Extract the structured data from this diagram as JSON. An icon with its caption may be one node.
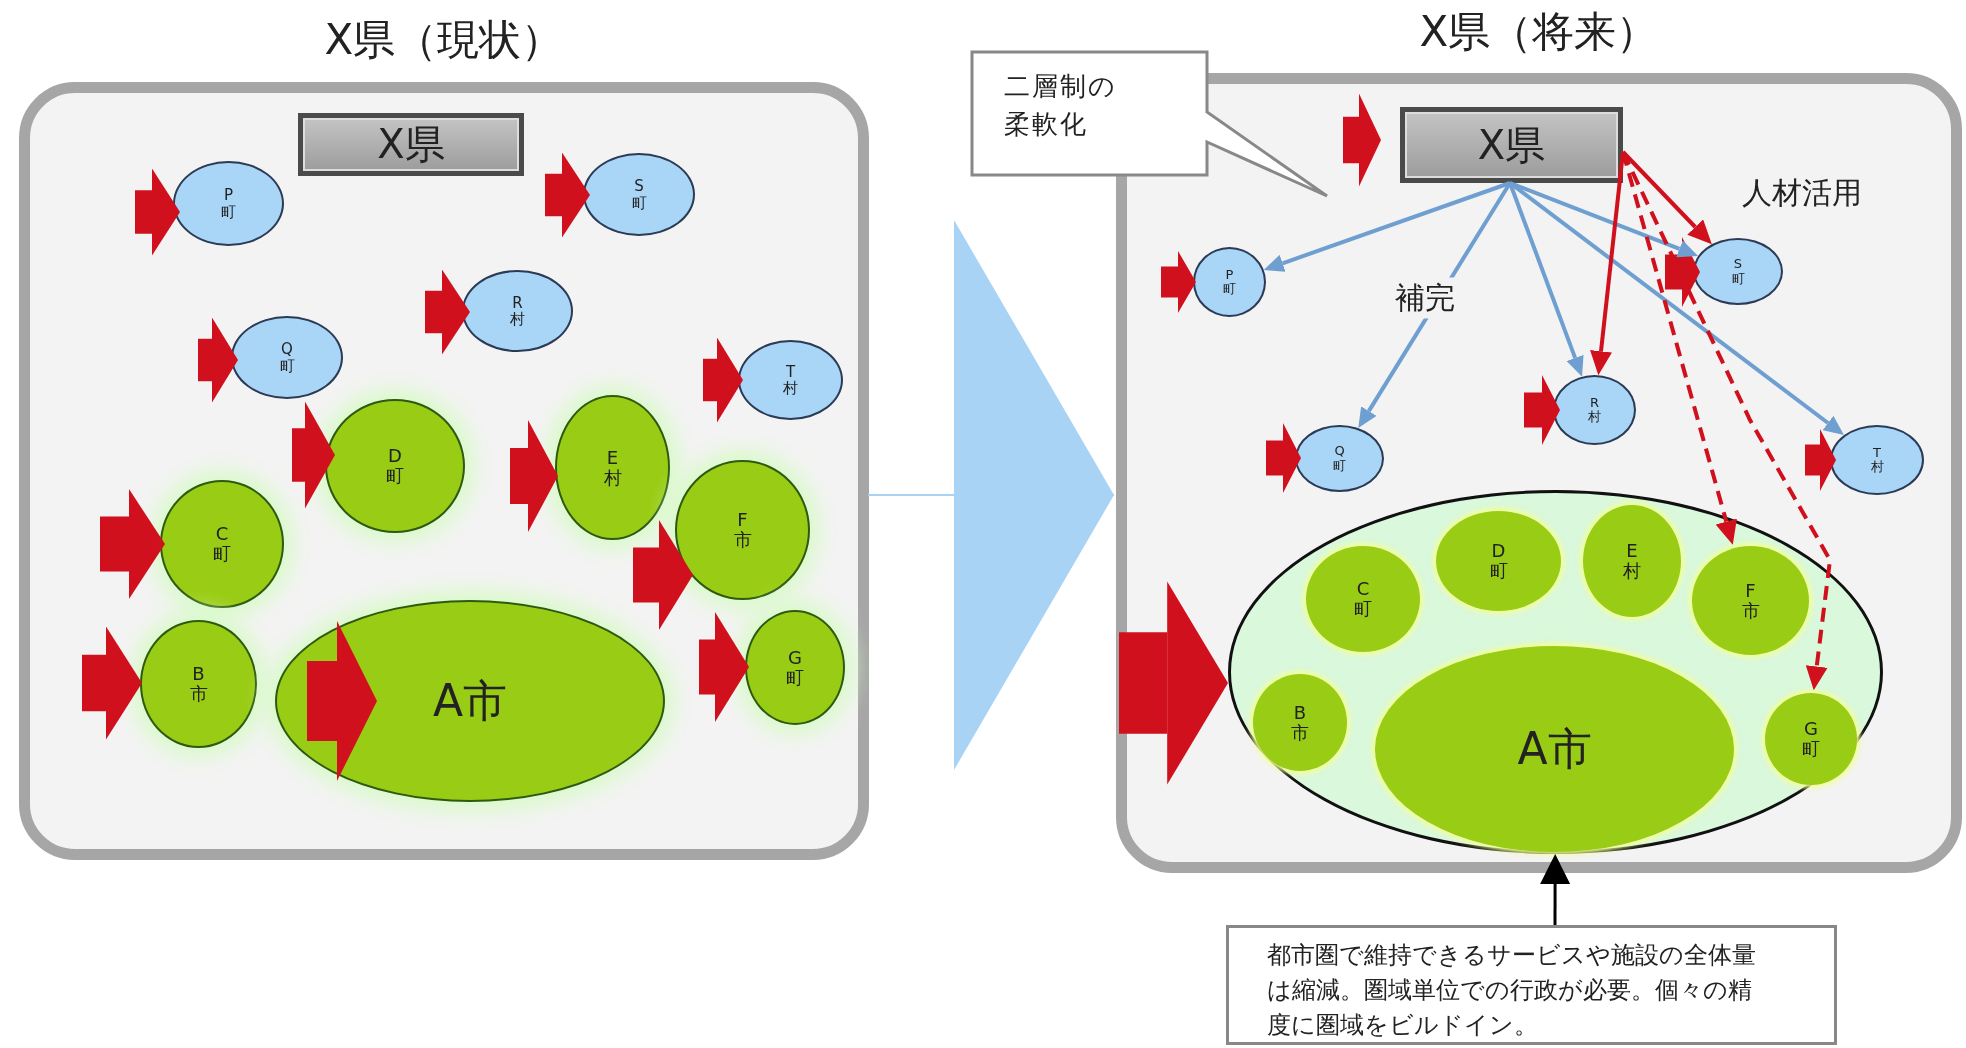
{
  "diagram": {
    "nodes": [
      {
        "text": [
          "X県（現状）"
        ]
      },
      {
        "text": [
          "X県"
        ],
        "in": 0
      },
      {
        "text": [
          "P町"
        ],
        "in": 0
      },
      {
        "text": [
          "S町"
        ],
        "in": 0
      },
      {
        "text": [
          "R村"
        ],
        "in": 0
      },
      {
        "text": [
          "Q町"
        ],
        "in": 0
      },
      {
        "text": [
          "T村"
        ],
        "in": 0
      },
      {
        "text": [
          "D町"
        ],
        "in": 0
      },
      {
        "text": [
          "C町"
        ],
        "in": 0
      },
      {
        "text": [
          "E村"
        ],
        "in": 0
      },
      {
        "text": [
          "F市"
        ],
        "in": 0
      },
      {
        "text": [
          "B市"
        ],
        "in": 0
      },
      {
        "text": [
          "A市"
        ],
        "in": 0
      },
      {
        "text": [
          "G町"
        ],
        "in": 0
      },
      {
        "text": [
          "X県（将来）"
        ]
      },
      {
        "text": [
          "二層制の柔軟化"
        ]
      },
      {
        "text": [
          "X県"
        ],
        "in": 14
      },
      {
        "text": [
          "P町"
        ],
        "in": 14
      },
      {
        "text": [
          "S町"
        ],
        "in": 14
      },
      {
        "text": [
          "R村"
        ],
        "in": 14
      },
      {
        "text": [
          "Q町"
        ],
        "in": 14
      },
      {
        "text": [
          "T村"
        ],
        "in": 14
      },
      {
        "text": [],
        "shape": "circle",
        "in": 14
      },
      {
        "text": [
          "C町"
        ],
        "in": 22
      },
      {
        "text": [
          "D町"
        ],
        "in": 22
      },
      {
        "text": [
          "E村"
        ],
        "in": 22
      },
      {
        "text": [
          "F市"
        ],
        "in": 22
      },
      {
        "text": [
          "B市"
        ],
        "in": 22
      },
      {
        "text": [
          "A市"
        ],
        "in": 22
      },
      {
        "text": [
          "G町"
        ],
        "in": 22
      },
      {
        "text": [
          "都市圏で維持できるサービスや施設の全体量は縮減。圏域単位での行政が必要。個々の精度に圏域をビルドイン。"
        ]
      }
    ],
    "edges": [
      {
        "from": 0,
        "to": 14,
        "arrow": "to",
        "color": "#a9d3f5"
      },
      {
        "from": null,
        "to": 2,
        "arrow": "to"
      },
      {
        "from": null,
        "to": 3,
        "arrow": "to"
      },
      {
        "from": null,
        "to": 4,
        "arrow": "to"
      },
      {
        "from": null,
        "to": 5,
        "arrow": "to"
      },
      {
        "from": null,
        "to": 6,
        "arrow": "to"
      },
      {
        "from": null,
        "to": 7,
        "arrow": "to"
      },
      {
        "from": null,
        "to": 8,
        "arrow": "to"
      },
      {
        "from": null,
        "to": 9,
        "arrow": "to"
      },
      {
        "from": null,
        "to": 10,
        "arrow": "to"
      },
      {
        "from": null,
        "to": 11,
        "arrow": "to"
      },
      {
        "from": null,
        "to": 12,
        "arrow": "to",
        "style": "thick"
      },
      {
        "from": null,
        "to": 13,
        "arrow": "to"
      },
      {
        "from": null,
        "to": 16,
        "arrow": "to"
      },
      {
        "from": null,
        "to": 17,
        "arrow": "to"
      },
      {
        "from": null,
        "to": 18,
        "arrow": "to"
      },
      {
        "from": null,
        "to": 19,
        "arrow": "to"
      },
      {
        "from": null,
        "to": 20,
        "arrow": "to"
      },
      {
        "from": null,
        "to": 21,
        "arrow": "to"
      },
      {
        "from": null,
        "to": 22,
        "arrow": "to",
        "style": "thick"
      },
      {
        "from": 16,
        "to": 17,
        "arrow": "to",
        "color": "#6f9fd0"
      },
      {
        "from": 16,
        "to": 20,
        "arrow": "to",
        "color": "#6f9fd0",
        "label": "補完"
      },
      {
        "from": 16,
        "to": 19,
        "arrow": "to",
        "color": "#6f9fd0"
      },
      {
        "from": 16,
        "to": 18,
        "arrow": "to",
        "color": "#6f9fd0"
      },
      {
        "from": 16,
        "to": 21,
        "arrow": "to",
        "color": "#6f9fd0"
      },
      {
        "from": 16,
        "to": 19,
        "arrow": "to"
      },
      {
        "from": 16,
        "to": 18,
        "arrow": "to",
        "label": "人材活用"
      },
      {
        "from": 16,
        "to": 26,
        "arrow": "to",
        "style": "dashed"
      },
      {
        "from": 16,
        "to": 29,
        "arrow": "to",
        "style": "dashed"
      },
      {
        "from": 30,
        "to": 22,
        "arrow": "to",
        "color": "#000000"
      }
    ]
  }
}
